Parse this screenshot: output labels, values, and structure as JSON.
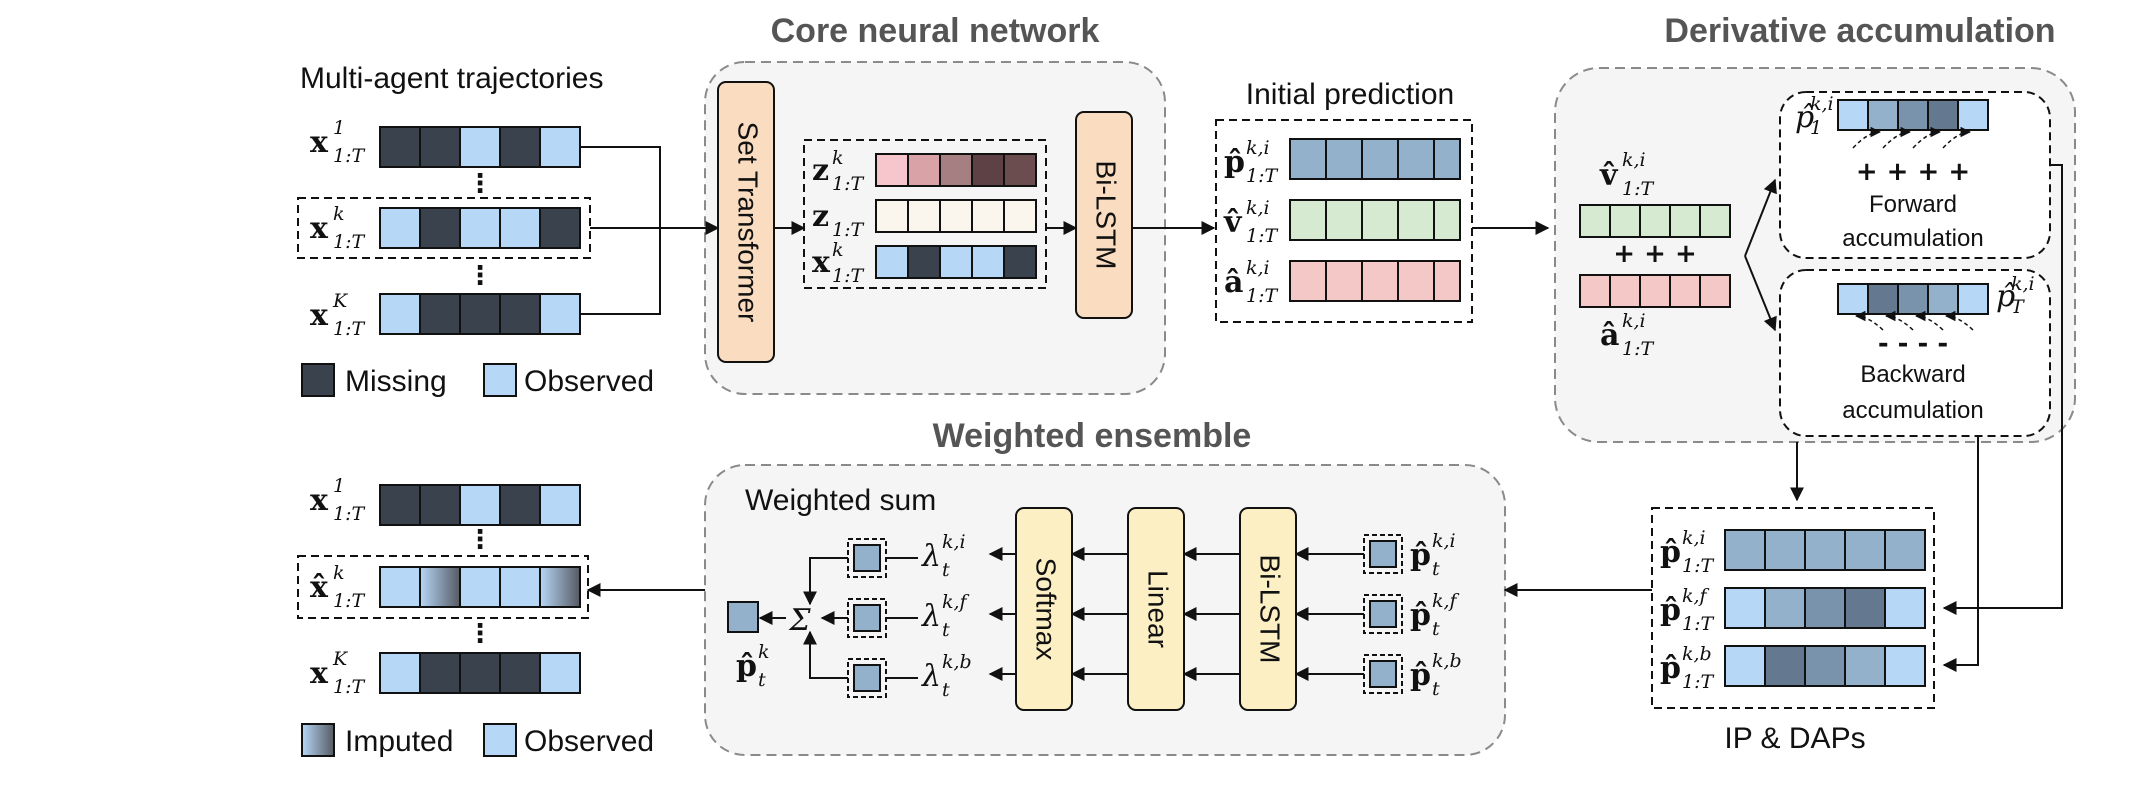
{
  "titles": {
    "core": "Core neural network",
    "derivative": "Derivative accumulation",
    "ensemble": "Weighted ensemble",
    "trajectories": "Multi-agent trajectories",
    "initial": "Initial prediction",
    "weighted_sum": "Weighted sum",
    "ip_daps": "IP & DAPs"
  },
  "modules": {
    "set_transformer": "Set Transformer",
    "bilstm": "Bi-LSTM",
    "softmax": "Softmax",
    "linear": "Linear",
    "bilstm2": "Bi-LSTM"
  },
  "legend": {
    "missing": "Missing",
    "observed": "Observed",
    "imputed": "Imputed",
    "observed2": "Observed"
  },
  "accum": {
    "forward1": "Forward",
    "forward2": "accumulation",
    "backward1": "Backward",
    "backward2": "accumulation",
    "plus_signs": "+   +   +",
    "fwd_plus": "+  +  +  +",
    "bwd_minus": "-   -   -   -"
  },
  "symbols": {
    "x": "x",
    "xhat": "x̂",
    "z": "z",
    "p": "p̂",
    "v": "v̂",
    "a": "â",
    "lambda": "λ",
    "sigma": "Σ",
    "dots": "⋮",
    "sub_1T": "1:T",
    "sub_t": "t",
    "sup_1": "1",
    "sup_k": "k",
    "sup_K": "K",
    "sup_ki": "k,i",
    "sup_kf": "k,f",
    "sup_kb": "k,b",
    "p1_ki": "p̂",
    "p1_sub": "1",
    "pT_sub": "T"
  },
  "colors": {
    "missing": "#3a434d",
    "observed": "#b7d7f7",
    "position": "#94b1cc",
    "position_dark": "#64788f",
    "velocity": "#d6ead2",
    "accel": "#f5c8c8",
    "module_orange": "#fadcc0",
    "module_yellow": "#fcefc4",
    "panel": "#f5f5f5",
    "z_light": "#fbf6ed"
  }
}
